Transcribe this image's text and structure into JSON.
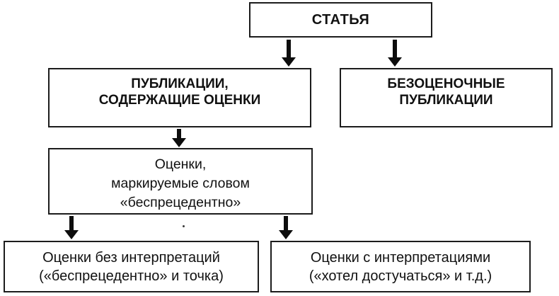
{
  "diagram": {
    "background_color": "#ffffff",
    "box_border_color": "#1c1c1c",
    "box_fill_color": "#ffffff",
    "arrow_color": "#0d0d0d",
    "text_color": "#111111",
    "nodes": {
      "article": {
        "lines": [
          "СТАТЬЯ"
        ],
        "emphasis": "bold"
      },
      "publications_with_evaluations": {
        "lines": [
          "ПУБЛИКАЦИИ,",
          "СОДЕРЖАЩИЕ ОЦЕНКИ"
        ],
        "emphasis": "bold"
      },
      "non_evaluative_publications": {
        "lines": [
          "БЕЗОЦЕНОЧНЫЕ",
          "ПУБЛИКАЦИИ"
        ],
        "emphasis": "bold"
      },
      "evaluations_marked_unprecedented": {
        "lines": [
          "Оценки,",
          "маркируемые словом",
          "«беспрецедентно»"
        ],
        "emphasis": "regular"
      },
      "evaluations_without_interpretations": {
        "lines": [
          "Оценки без интерпретаций",
          "(«беспрецедентно» и точка)"
        ],
        "emphasis": "regular"
      },
      "evaluations_with_interpretations": {
        "lines": [
          "Оценки с интерпретациями",
          "(«хотел достучаться» и т.д.)"
        ],
        "emphasis": "regular"
      }
    },
    "edges": [
      {
        "from": "article",
        "to": "publications_with_evaluations"
      },
      {
        "from": "article",
        "to": "non_evaluative_publications"
      },
      {
        "from": "publications_with_evaluations",
        "to": "evaluations_marked_unprecedented"
      },
      {
        "from": "evaluations_marked_unprecedented",
        "to": "evaluations_without_interpretations"
      },
      {
        "from": "evaluations_marked_unprecedented",
        "to": "evaluations_with_interpretations"
      }
    ]
  }
}
